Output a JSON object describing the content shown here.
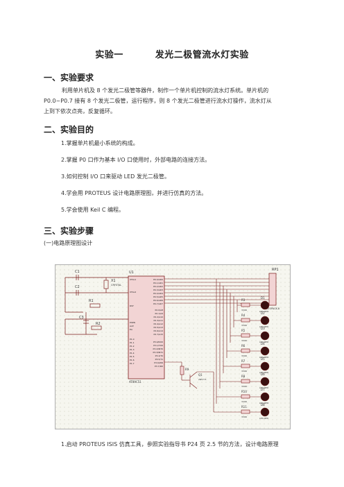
{
  "title": {
    "part1": "实验一",
    "part2": "发光二极管流水灯实验"
  },
  "section1": {
    "heading": "一、实验要求",
    "line1": "利用单片机及 8 个发光二极管等器件，制作一个单片机控制的流水灯系统。单片机的",
    "line2": "P0.0~P0.7 接有 8 个发光二极管，运行程序，则 8 个发光二极管进行流水灯操作，流水灯从",
    "line3": "上到下依次点亮，反复循环。"
  },
  "section2": {
    "heading": "二、实验目的",
    "items": [
      "1.掌握单片机最小系统的构成。",
      "2.掌握 P0 口作为基本 I/O 口使用时，外部电路的连接方法。",
      "3.如何控制 I/O 口来驱动 LED 发光二极管。",
      "4.学会用 PROTEUS 设计电路原理图，并进行仿真的方法。",
      "5.学会使用 Keil C 编程。"
    ]
  },
  "section3": {
    "heading": "三、实验步骤",
    "sub": "(一)电路原理图设计",
    "step1": "1.启动 PROTEUS    ISIS 仿真工具，参照实验指导书 P24 页 2.5 节的方法，设计电路原理"
  },
  "schematic": {
    "c1": "C1",
    "c2": "C2",
    "x1": "X1",
    "x1_val": "CRYSTAL",
    "r1": "R1",
    "r2": "R2",
    "c3": "C3",
    "u1": "U1",
    "u1_part": "AT89C51",
    "rp1": "RP1",
    "rp1_part": "RESPACK-8",
    "q1": "Q1",
    "q1_part": "2N5771",
    "r9": "R9",
    "left_pins": [
      "XTAL1",
      "XTAL2",
      "RST",
      "PSEN",
      "ALE",
      "EA",
      "P1.0",
      "P1.1",
      "P1.2",
      "P1.3",
      "P1.4",
      "P1.5",
      "P1.6",
      "P1.7"
    ],
    "right_pins": [
      "P0.0/AD0",
      "P0.1/AD1",
      "P0.2/AD2",
      "P0.3/AD3",
      "P0.4/AD4",
      "P0.5/AD5",
      "P0.6/AD6",
      "P0.7/AD7",
      "P2.0/A8",
      "P2.1/A9",
      "P2.2/A10",
      "P2.3/A11",
      "P2.4/A12",
      "P2.5/A13",
      "P2.6/A14",
      "P2.7/A15",
      "P3.0/RXD",
      "P3.1/TXD",
      "P3.2/INT0",
      "P3.3/INT1",
      "P3.4/T0",
      "P3.5/T1",
      "P3.6/WR",
      "P3.7/RD"
    ],
    "resistors": [
      "R3",
      "R4",
      "R5",
      "R6",
      "R7",
      "R8",
      "R10",
      "R11"
    ],
    "res_val": "330R",
    "leds": [
      "D1",
      "D2",
      "D3",
      "D4",
      "D5",
      "D6",
      "D7",
      "D8"
    ],
    "led_part": "LED-RED"
  }
}
